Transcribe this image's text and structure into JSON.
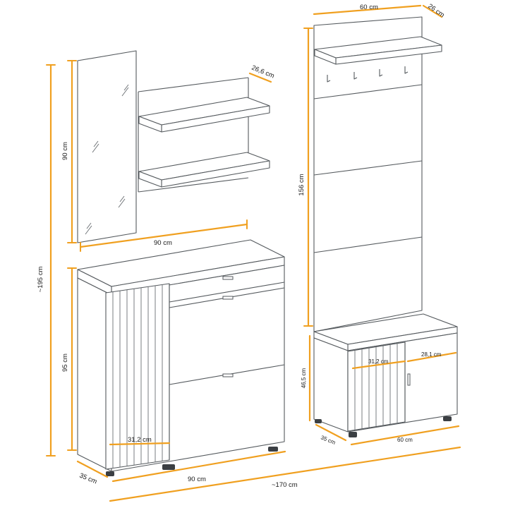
{
  "colors": {
    "dimension": "#f0a020",
    "outline": "#555a5e",
    "text": "#1a1a1a"
  },
  "dimensions": {
    "total_height": "~195 cm",
    "mirror_height": "90 cm",
    "shelf_width": "90 cm",
    "shelf_depth": "26,6 cm",
    "cabinet_height": "95 cm",
    "cabinet_inner": "31,2 cm",
    "cabinet_width": "90 cm",
    "cabinet_depth": "35 cm",
    "total_width": "~170 cm",
    "panel_width": "60 cm",
    "panel_depth": "26 cm",
    "panel_height": "156 cm",
    "bench_height": "46,5 cm",
    "bench_inner_left": "31,2 cm",
    "bench_inner_right": "28,1 cm",
    "bench_depth": "35 cm",
    "bench_width": "60 cm"
  }
}
